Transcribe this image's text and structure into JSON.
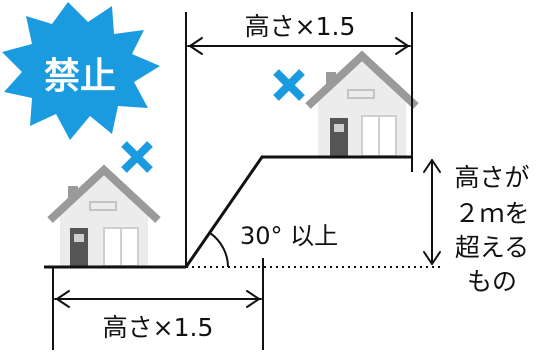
{
  "badge": {
    "text": "禁止",
    "color": "#1a9be0"
  },
  "dimensions": {
    "top_label": "高さ×1.5",
    "bottom_label": "高さ×1.5",
    "angle_label": "30° 以上",
    "height_label_lines": [
      "高さが",
      "２ｍを",
      "超える",
      "もの"
    ]
  },
  "colors": {
    "prohibited_mark": "#1a9be0",
    "line": "#111111",
    "house_body": "#ececec",
    "house_roof": "#9a9a9a",
    "door": "#555555"
  },
  "icons": [
    "forbidden-burst-badge",
    "cross-mark-icon",
    "house-icon"
  ]
}
